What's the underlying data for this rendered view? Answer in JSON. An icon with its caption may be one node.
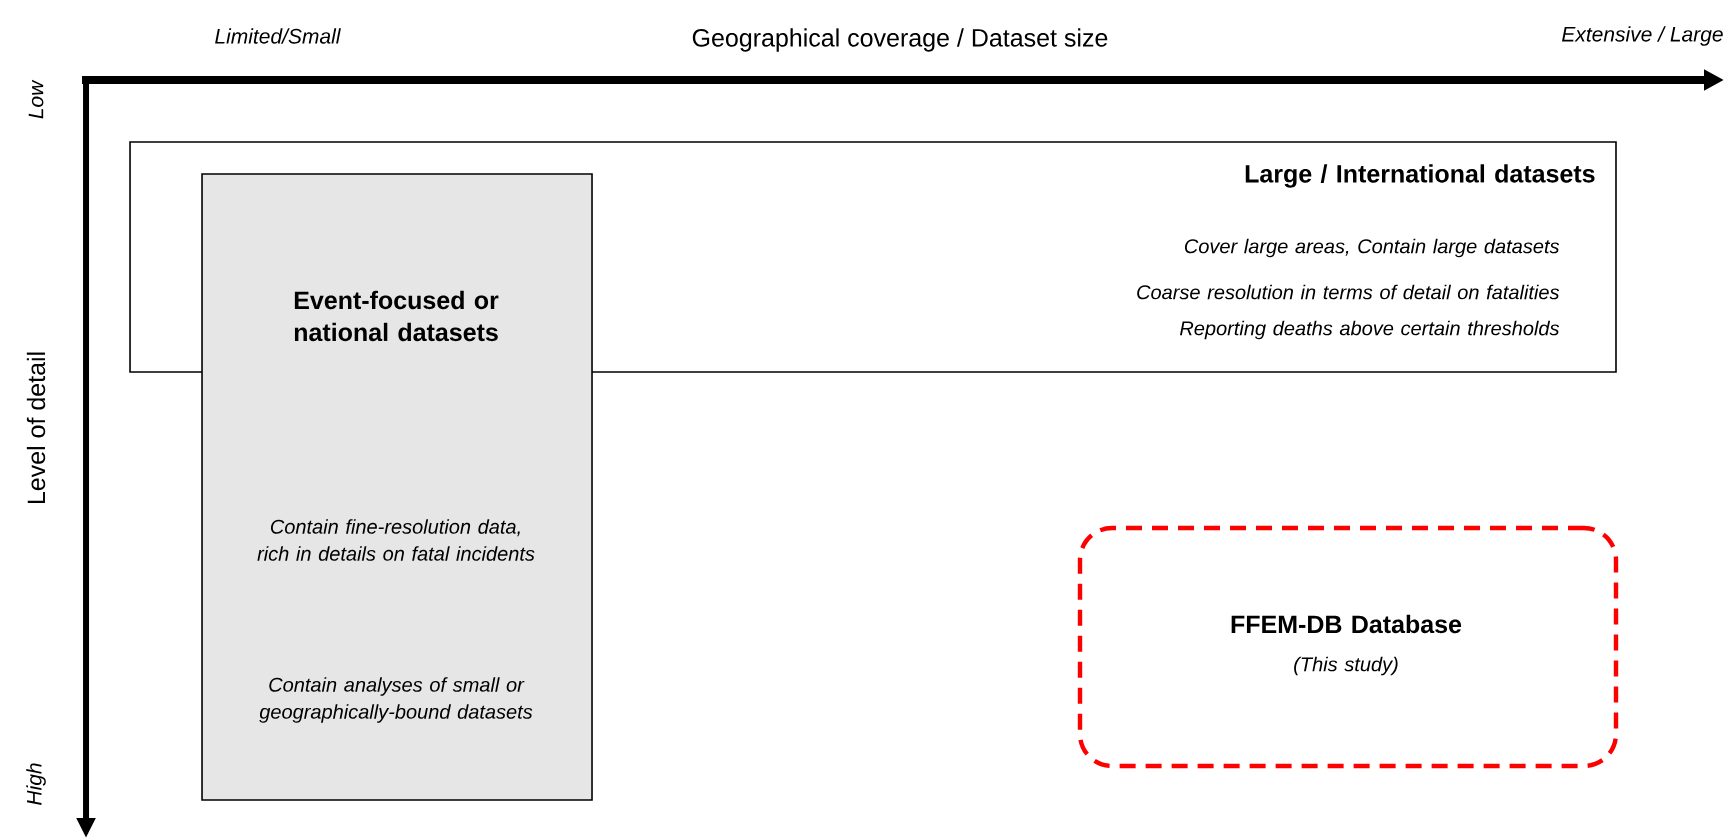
{
  "diagram": {
    "nodes": [
      {
        "text": [
          "Large / International datasets",
          "Cover large areas, Contain large datasets",
          "Coarse resolution in terms of detail on fatalities",
          "Reporting deaths above certain thresholds"
        ]
      },
      {
        "text": [
          "Event-focused or national datasets",
          "Contain fine-resolution data, rich in details on fatal incidents",
          "Contain analyses of small or geographically-bound datasets"
        ]
      },
      {
        "text": [
          "FFEM-DB Database",
          "(This study)"
        ]
      }
    ],
    "labels": [
      "Limited/Small",
      "Geographical coverage / Dataset size",
      "Extensive / Large",
      "Low",
      "Level of detail",
      "High"
    ]
  }
}
